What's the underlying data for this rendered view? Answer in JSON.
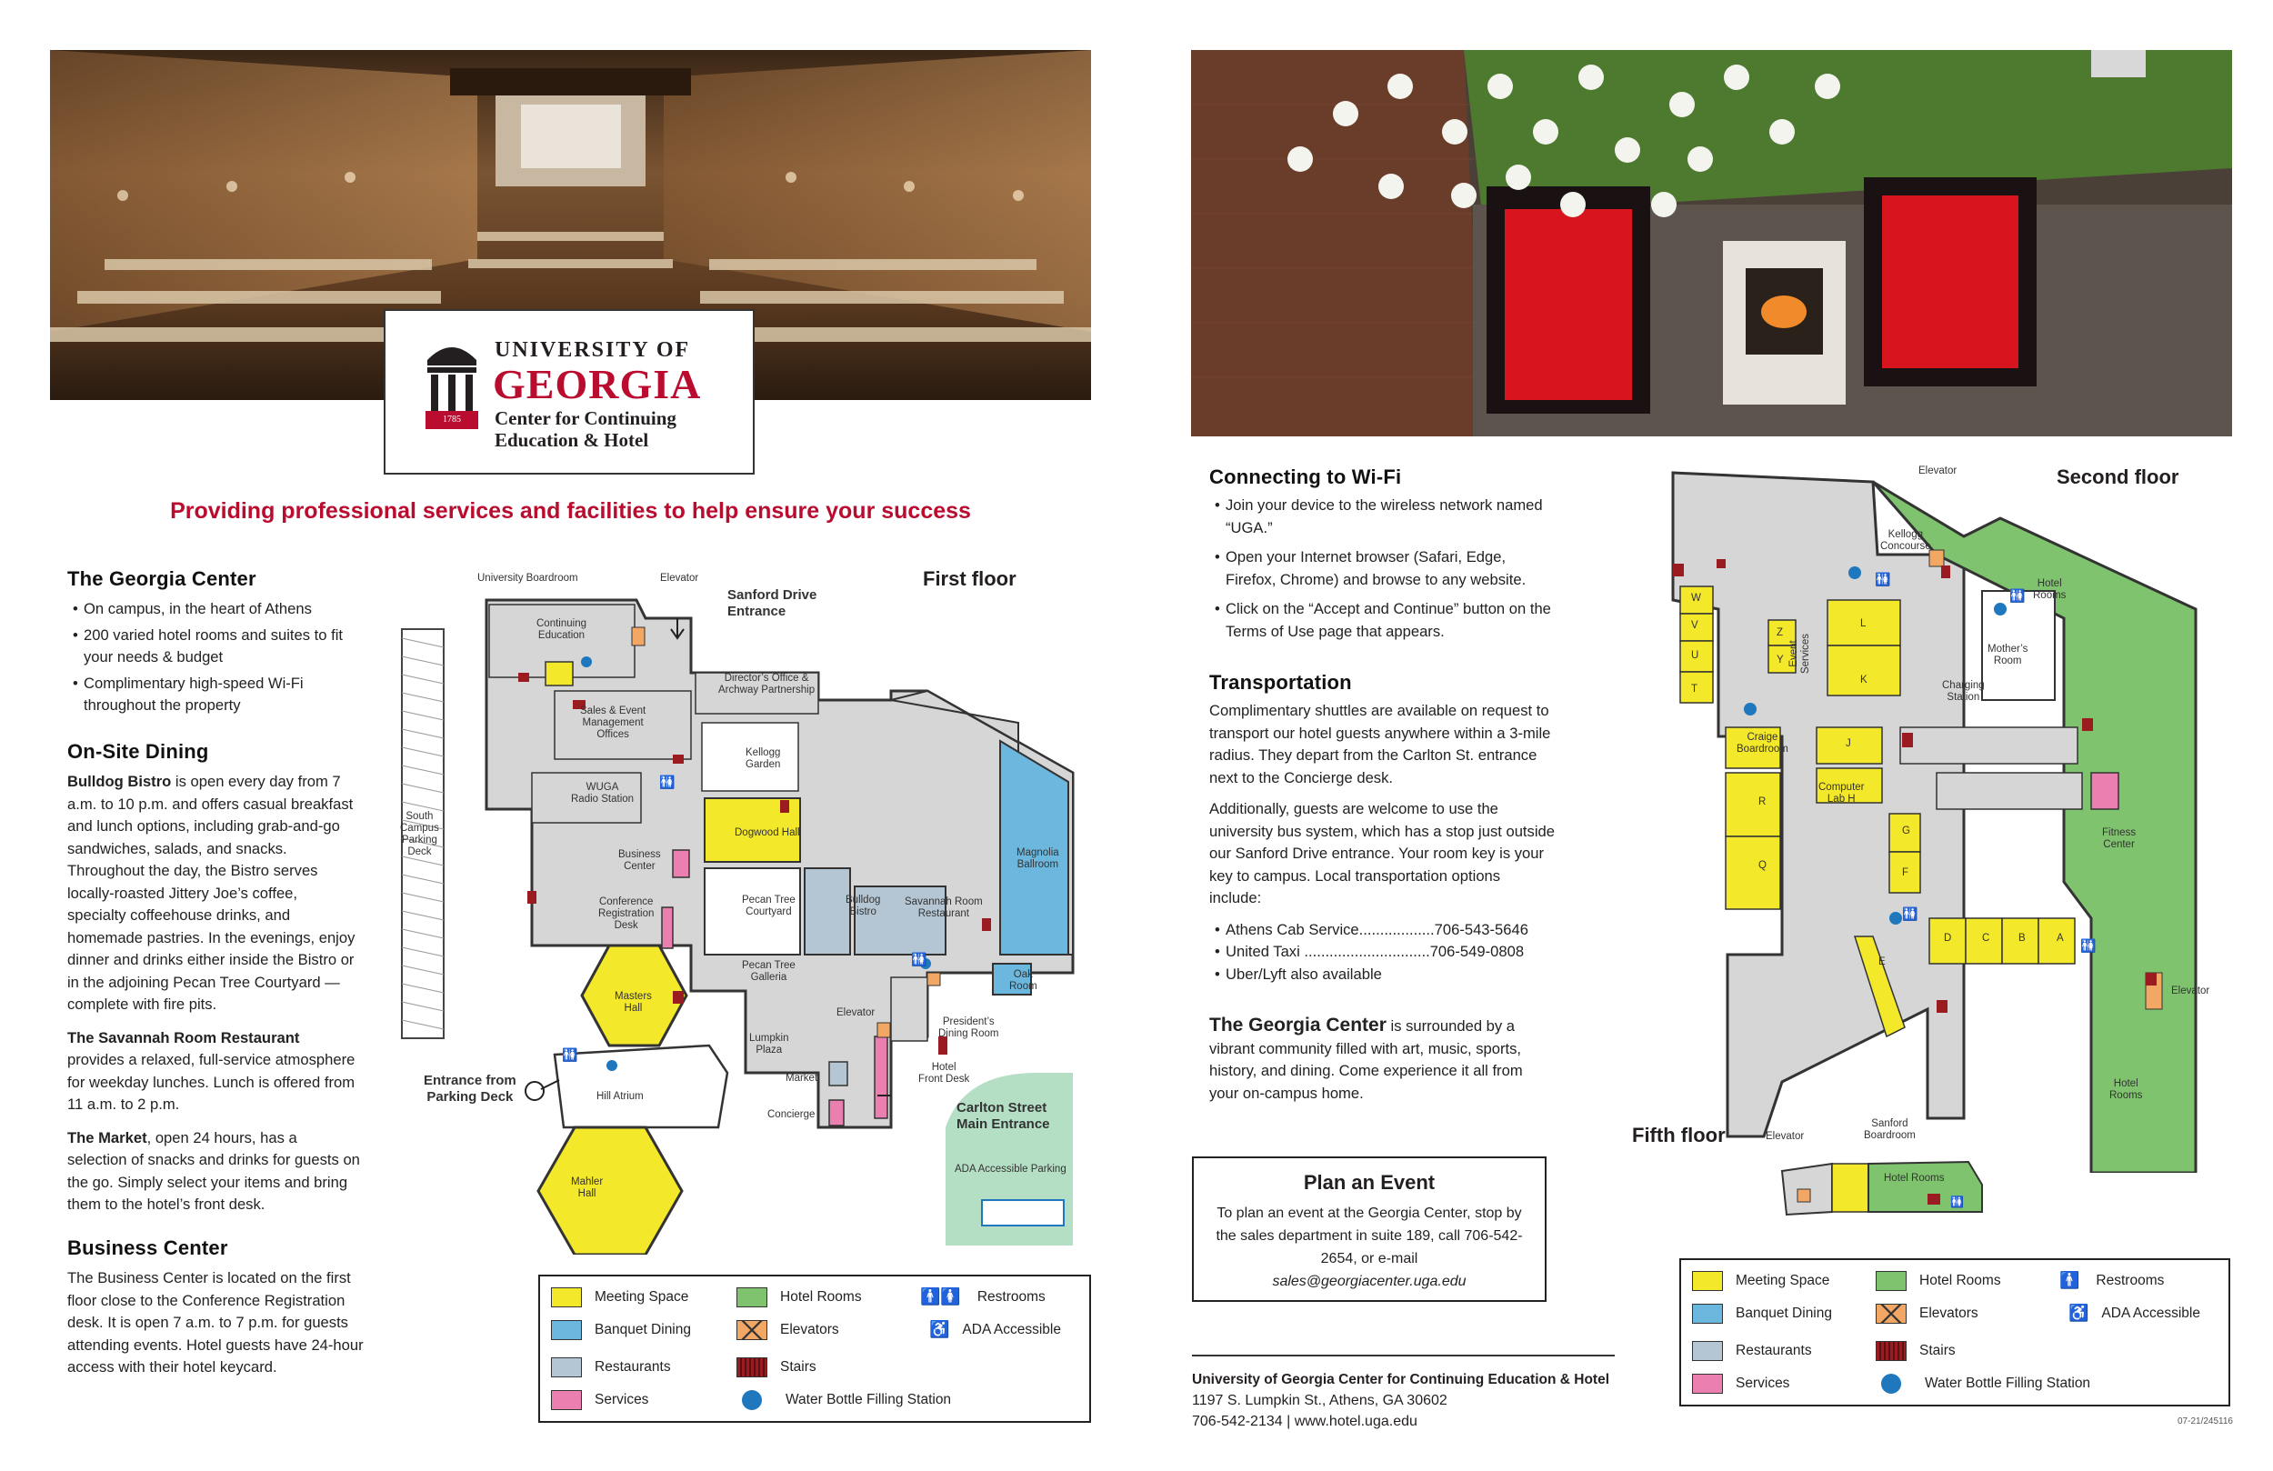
{
  "logo": {
    "line1": "UNIVERSITY OF",
    "line2": "GEORGIA",
    "line3": "Center for Continuing",
    "line4": "Education & Hotel",
    "year": "1785"
  },
  "tagline": "Providing professional services and facilities to help ensure your success",
  "georgia_center": {
    "heading": "The Georgia Center",
    "bullets": [
      "On campus, in the heart of Athens",
      "200 varied hotel rooms and suites to fit your needs & budget",
      "Complimentary high-speed Wi-Fi throughout the property"
    ]
  },
  "dining": {
    "heading": "On-Site Dining",
    "bistro_name": "Bulldog Bistro",
    "bistro_text": " is open every day from 7 a.m. to 10 p.m. and offers casual breakfast and lunch options, including grab-and-go sandwiches, salads, and snacks. Throughout the day, the Bistro serves locally-roasted Jittery Joe’s coffee, specialty coffeehouse drinks, and homemade pastries. In the evenings, enjoy dinner and drinks either inside the Bistro or in the adjoining Pecan Tree Courtyard — complete with fire pits.",
    "savannah_name": "The Savannah Room Restaurant",
    "savannah_text": " provides a relaxed, full-service atmosphere for weekday lunches. Lunch is offered from 11 a.m. to 2 p.m.",
    "market_name": "The Market",
    "market_text": ", open 24 hours, has a selection of snacks and drinks for guests on the go. Simply select your items and bring them to the hotel’s front desk."
  },
  "business": {
    "heading": "Business Center",
    "text": "The Business Center is located on the first floor close to the Conference Registration desk. It is open 7 a.m. to 7 p.m. for guests attending events. Hotel guests have 24-hour access with their hotel keycard."
  },
  "wifi": {
    "heading": "Connecting to Wi-Fi",
    "bullets": [
      "Join your device to the wireless network named “UGA.”",
      "Open your Internet browser (Safari, Edge, Firefox, Chrome) and browse to any website.",
      "Click on the “Accept and Continue” button on the Terms of Use page that appears."
    ]
  },
  "transport": {
    "heading": "Transportation",
    "p1": "Complimentary shuttles are available on request to transport our hotel guests anywhere within a 3-mile radius. They depart from the Carlton St. entrance next to the Concierge desk.",
    "p2": "Additionally, guests are welcome to use the university bus system, which has a stop just outside our Sanford Drive entrance. Your room key is your key to campus. Local transportation options include:",
    "options": [
      "Athens Cab Service..................706-543-5646",
      "United Taxi ..............................706-549-0808",
      "Uber/Lyft also available"
    ]
  },
  "surround": {
    "lead": "The Georgia Center",
    "text": " is surrounded by a vibrant community filled with art, music, sports, history, and dining. Come experience it all from your on-campus home."
  },
  "plan": {
    "heading": "Plan an Event",
    "text": "To plan an event at the Georgia Center, stop by the sales department in suite 189, call 706-542-2654, or e-mail",
    "email": "sales@georgiacenter.uga.edu"
  },
  "footer": {
    "name": "University of Georgia Center for Continuing Education & Hotel",
    "address": "1197 S. Lumpkin St., Athens, GA 30602",
    "contact": "706-542-2134 | www.hotel.uga.edu",
    "code": "07-21/245116"
  },
  "first_floor": {
    "title": "First floor",
    "labels": {
      "univ_boardroom": "University Boardroom",
      "elevator": "Elevator",
      "sanford": "Sanford Drive\nEntrance",
      "cont_ed": "Continuing\nEducation",
      "directors": "Director’s Office &\nArchway Partnership",
      "sales": "Sales & Event\nManagement\nOffices",
      "kellogg_garden": "Kellogg\nGarden",
      "wuga": "WUGA\nRadio Station",
      "dogwood": "Dogwood Hall",
      "magnolia": "Magnolia\nBallroom",
      "south_deck": "South\nCampus\nParking\nDeck",
      "business_center": "Business\nCenter",
      "pecan_court": "Pecan Tree\nCourtyard",
      "bulldog_bistro": "Bulldog\nBistro",
      "savannah": "Savannah Room\nRestaurant",
      "conf_reg": "Conference\nRegistration\nDesk",
      "pecan_galleria": "Pecan Tree\nGalleria",
      "oak_room": "Oak\nRoom",
      "masters": "Masters\nHall",
      "elevator2": "Elevator",
      "presidents": "President’s\nDining Room",
      "lumpkin": "Lumpkin\nPlaza",
      "entrance_deck": "Entrance from\nParking Deck",
      "hill_atrium": "Hill Atrium",
      "market": "Market",
      "front_desk": "Hotel\nFront Desk",
      "concierge": "Concierge",
      "carlton": "Carlton Street\nMain Entrance",
      "mahler": "Mahler\nHall",
      "ada_parking": "ADA Accessible Parking"
    }
  },
  "second_floor": {
    "title": "Second floor",
    "labels": {
      "elevator": "Elevator",
      "kellogg_concourse": "Kellogg\nConcourse",
      "hotel_rooms": "Hotel\nRooms",
      "mothers": "Mother’s\nRoom",
      "charging": "Charging\nStation",
      "event_services": "Event\nServices",
      "craige": "Craige\nBoardroom",
      "computer_lab": "Computer\nLab H",
      "fitness": "Fitness\nCenter",
      "elevator2": "Elevator",
      "hotel_rooms2": "Hotel\nRooms",
      "letters": [
        "W",
        "V",
        "U",
        "T",
        "Z",
        "Y",
        "L",
        "K",
        "J",
        "R",
        "Q",
        "G",
        "F",
        "D",
        "C",
        "B",
        "A",
        "E"
      ]
    }
  },
  "fifth_floor": {
    "title": "Fifth floor",
    "labels": {
      "elevator": "Elevator",
      "sanford_boardroom": "Sanford\nBoardroom",
      "hotel_rooms": "Hotel Rooms"
    }
  },
  "legend": {
    "meeting": "Meeting Space",
    "banquet": "Banquet Dining",
    "restaurants": "Restaurants",
    "services": "Services",
    "hotel_rooms": "Hotel Rooms",
    "elevators": "Elevators",
    "stairs": "Stairs",
    "water": "Water Bottle Filling Station",
    "restrooms": "Restrooms",
    "ada": "ADA Accessible"
  },
  "colors": {
    "meeting": "#f4e82a",
    "banquet": "#6bb7dd",
    "restaurants": "#b4c6d4",
    "services": "#ea7fb0",
    "hotel_rooms": "#7fc36e",
    "elevators": "#f2a765",
    "stairs": "#9b1c20",
    "water": "#1f78bd",
    "building": "#d6d6d6",
    "brand_red": "#ba0c2f"
  }
}
